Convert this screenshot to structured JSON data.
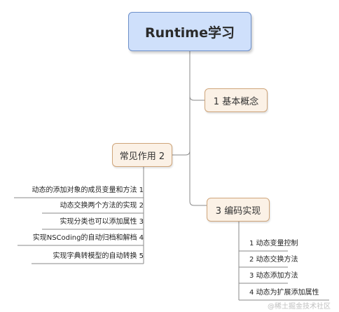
{
  "root": {
    "label": "Runtime学习"
  },
  "branch_concept": {
    "label": "1 基本概念"
  },
  "branch_usage": {
    "label": "常见作用 2",
    "items": [
      "动态的添加对象的成员变量和方法 1",
      "动态交换两个方法的实现 2",
      "实现分类也可以添加属性 3",
      "实现NSCoding的自动归档和解档 4",
      "实现字典转模型的自动转换 5"
    ]
  },
  "branch_impl": {
    "label": "3 编码实现",
    "items": [
      "1 动态变量控制",
      "2 动态交换方法",
      "3 动态添加方法",
      "4 动态为扩展添加属性"
    ]
  },
  "watermark": "@稀土掘金技术社区",
  "colors": {
    "root_fill": "#cfe0fb",
    "root_border": "#6d8fc9",
    "branch_fill": "#fbf1e6",
    "branch_border": "#cfa57a",
    "connector": "#8a8a8a"
  }
}
